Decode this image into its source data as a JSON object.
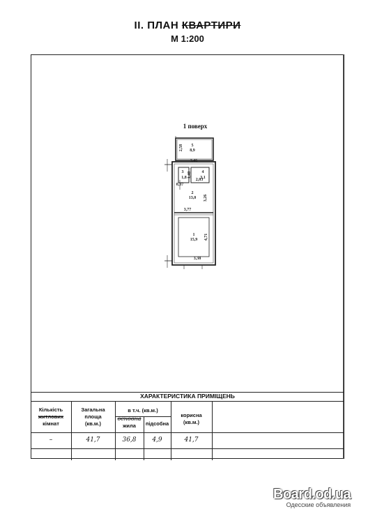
{
  "header": {
    "title_prefix": "II. ПЛАН ",
    "title_struck": "КВАРТИРИ",
    "scale": "М 1:200"
  },
  "plan": {
    "floor_label": "1 поверх",
    "rooms": [
      {
        "num": "5",
        "area": "8,9"
      },
      {
        "num": "3",
        "area": "1,8"
      },
      {
        "num": "4",
        "area": "3,1"
      },
      {
        "num": "2",
        "area": "13,0"
      },
      {
        "num": "1",
        "area": "15,9"
      }
    ],
    "dimensions": [
      "2,58",
      "3,46",
      "1,40",
      "2,03",
      "0,37",
      "3,26",
      "3,77",
      "4,71",
      "3,38"
    ]
  },
  "table": {
    "title": "ХАРАКТЕРИСТИКА ПРИМІЩЕНЬ",
    "col_rooms": {
      "line1": "Кількість",
      "line2": "житлових",
      "line3": "кімнат"
    },
    "col_total": {
      "line1": "Загальна",
      "line2": "площа",
      "line3": "(кв.м.)"
    },
    "col_incl": {
      "line1": "в т.ч. (кв.м.)",
      "sub_living_handwritten": "основна",
      "sub_living": "жила",
      "sub_aux": "підсобна"
    },
    "col_useful": {
      "line1": "корисна",
      "line2": "(кв.м.)"
    },
    "values": {
      "rooms": "–",
      "total": "41,7",
      "living": "36,8",
      "aux": "4,9",
      "useful": "41,7"
    }
  },
  "watermark": {
    "main": "Board.od.ua",
    "sub": "Одесские объявления"
  }
}
